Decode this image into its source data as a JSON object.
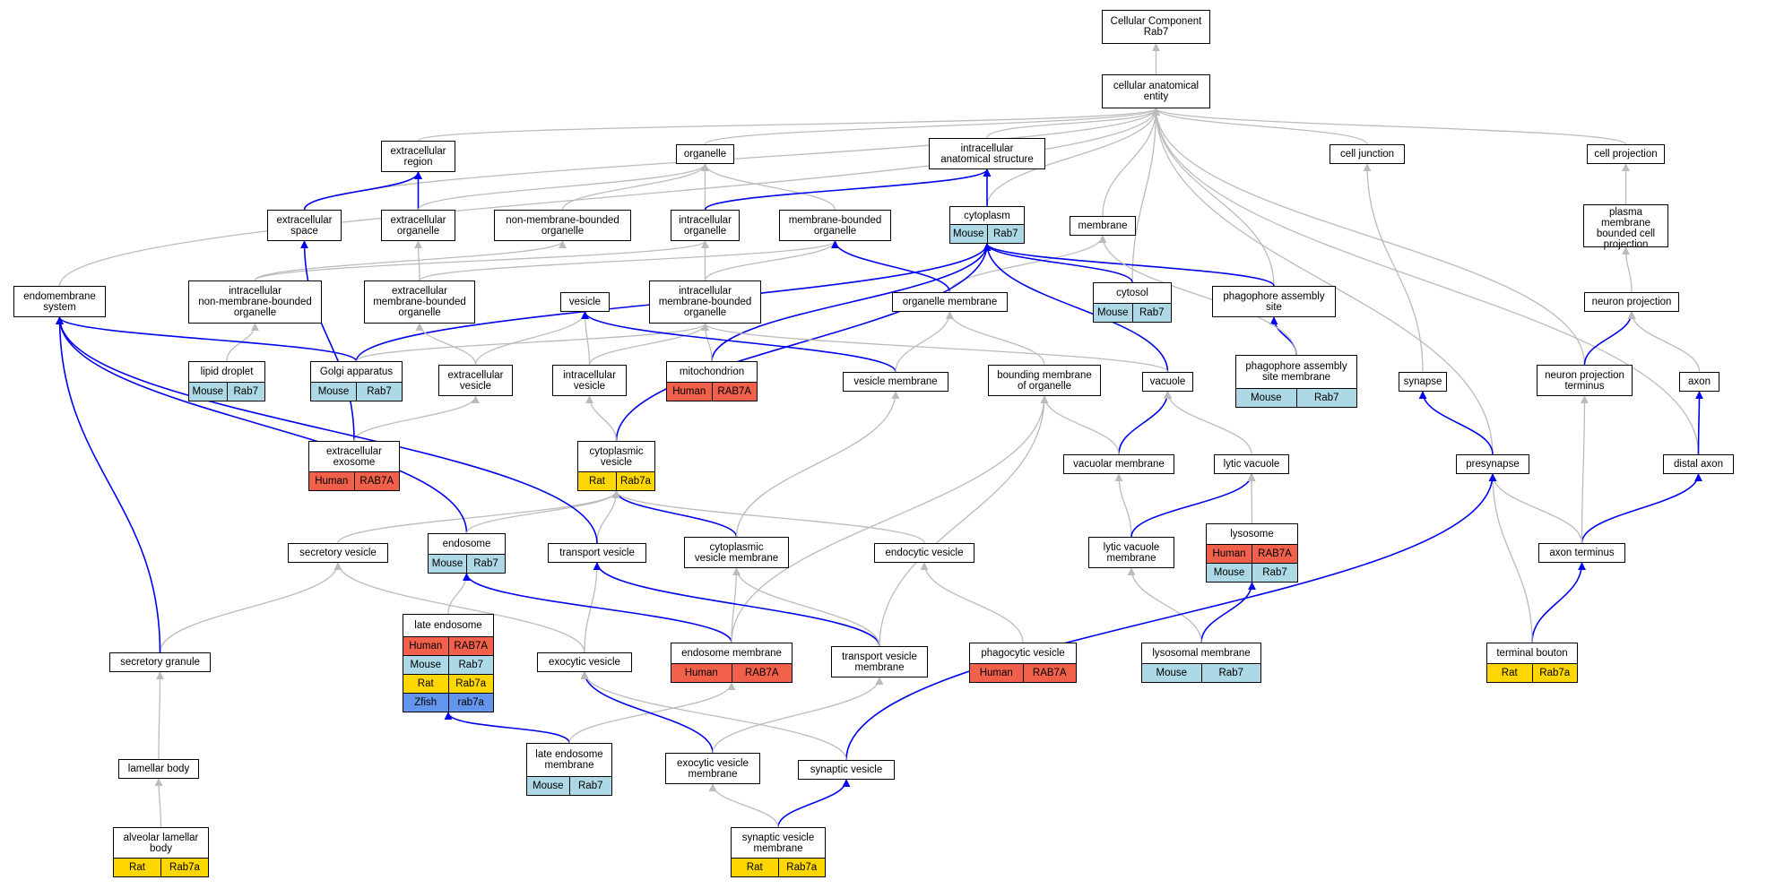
{
  "colors": {
    "annotated_edge": "#0000ee",
    "is_a_edge": "#bbbbbb",
    "Human": "#f0604a",
    "Mouse": "#add8e6",
    "Rat": "#ffd700",
    "Zfish": "#6495ed"
  },
  "nodes": [
    {
      "id": "root",
      "lines": [
        "Cellular Component",
        "Rab7"
      ]
    },
    {
      "id": "cae",
      "lines": [
        "cellular anatomical",
        "entity"
      ]
    },
    {
      "id": "extracellular_region",
      "lines": [
        "extracellular",
        "region"
      ]
    },
    {
      "id": "organelle",
      "lines": [
        "organelle"
      ]
    },
    {
      "id": "intracellular_anatomical_structure",
      "lines": [
        "intracellular",
        "anatomical structure"
      ]
    },
    {
      "id": "cell_junction",
      "lines": [
        "cell junction"
      ]
    },
    {
      "id": "cell_projection",
      "lines": [
        "cell projection"
      ]
    },
    {
      "id": "extracellular_space",
      "lines": [
        "extracellular",
        "space"
      ]
    },
    {
      "id": "extracellular_organelle",
      "lines": [
        "extracellular",
        "organelle"
      ]
    },
    {
      "id": "non_membrane_bounded_organelle",
      "lines": [
        "non-membrane-bounded",
        "organelle"
      ]
    },
    {
      "id": "intracellular_organelle",
      "lines": [
        "intracellular",
        "organelle"
      ]
    },
    {
      "id": "membrane_bounded_organelle",
      "lines": [
        "membrane-bounded",
        "organelle"
      ]
    },
    {
      "id": "cytoplasm",
      "lines": [
        "cytoplasm"
      ],
      "rows": [
        [
          "Mouse",
          "Rab7"
        ]
      ]
    },
    {
      "id": "membrane",
      "lines": [
        "membrane"
      ]
    },
    {
      "id": "plasma_membrane_bounded_cell_projection",
      "lines": [
        "plasma membrane",
        "bounded cell",
        "projection"
      ]
    },
    {
      "id": "endomembrane_system",
      "lines": [
        "endomembrane",
        "system"
      ]
    },
    {
      "id": "intracellular_non_membrane_bounded_organelle",
      "lines": [
        "intracellular",
        "non-membrane-bounded",
        "organelle"
      ]
    },
    {
      "id": "extracellular_membrane_bounded_organelle",
      "lines": [
        "extracellular",
        "membrane-bounded",
        "organelle"
      ]
    },
    {
      "id": "vesicle",
      "lines": [
        "vesicle"
      ]
    },
    {
      "id": "intracellular_membrane_bounded_organelle",
      "lines": [
        "intracellular",
        "membrane-bounded",
        "organelle"
      ]
    },
    {
      "id": "organelle_membrane",
      "lines": [
        "organelle membrane"
      ]
    },
    {
      "id": "cytosol",
      "lines": [
        "cytosol"
      ],
      "rows": [
        [
          "Mouse",
          "Rab7"
        ]
      ]
    },
    {
      "id": "phagophore_assembly_site",
      "lines": [
        "phagophore assembly",
        "site"
      ]
    },
    {
      "id": "neuron_projection",
      "lines": [
        "neuron projection"
      ]
    },
    {
      "id": "lipid_droplet",
      "lines": [
        "lipid droplet"
      ],
      "rows": [
        [
          "Mouse",
          "Rab7"
        ]
      ]
    },
    {
      "id": "golgi_apparatus",
      "lines": [
        "Golgi apparatus"
      ],
      "rows": [
        [
          "Mouse",
          "Rab7"
        ]
      ]
    },
    {
      "id": "extracellular_vesicle",
      "lines": [
        "extracellular",
        "vesicle"
      ]
    },
    {
      "id": "intracellular_vesicle",
      "lines": [
        "intracellular",
        "vesicle"
      ]
    },
    {
      "id": "mitochondrion",
      "lines": [
        "mitochondrion"
      ],
      "rows": [
        [
          "Human",
          "RAB7A"
        ]
      ]
    },
    {
      "id": "vesicle_membrane",
      "lines": [
        "vesicle membrane"
      ]
    },
    {
      "id": "bounding_membrane_of_organelle",
      "lines": [
        "bounding membrane",
        "of organelle"
      ]
    },
    {
      "id": "vacuole",
      "lines": [
        "vacuole"
      ]
    },
    {
      "id": "phagophore_assembly_site_membrane",
      "lines": [
        "phagophore assembly",
        "site membrane"
      ],
      "rows": [
        [
          "Mouse",
          "Rab7"
        ]
      ]
    },
    {
      "id": "synapse",
      "lines": [
        "synapse"
      ]
    },
    {
      "id": "neuron_projection_terminus",
      "lines": [
        "neuron projection",
        "terminus"
      ]
    },
    {
      "id": "axon",
      "lines": [
        "axon"
      ]
    },
    {
      "id": "extracellular_exosome",
      "lines": [
        "extracellular",
        "exosome"
      ],
      "rows": [
        [
          "Human",
          "RAB7A"
        ]
      ]
    },
    {
      "id": "cytoplasmic_vesicle",
      "lines": [
        "cytoplasmic",
        "vesicle"
      ],
      "rows": [
        [
          "Rat",
          "Rab7a"
        ]
      ]
    },
    {
      "id": "vacuolar_membrane",
      "lines": [
        "vacuolar membrane"
      ]
    },
    {
      "id": "lytic_vacuole",
      "lines": [
        "lytic vacuole"
      ]
    },
    {
      "id": "presynapse",
      "lines": [
        "presynapse"
      ]
    },
    {
      "id": "distal_axon",
      "lines": [
        "distal axon"
      ]
    },
    {
      "id": "secretory_vesicle",
      "lines": [
        "secretory vesicle"
      ]
    },
    {
      "id": "endosome",
      "lines": [
        "endosome"
      ],
      "rows": [
        [
          "Mouse",
          "Rab7"
        ]
      ]
    },
    {
      "id": "transport_vesicle",
      "lines": [
        "transport vesicle"
      ]
    },
    {
      "id": "cytoplasmic_vesicle_membrane",
      "lines": [
        "cytoplasmic",
        "vesicle membrane"
      ]
    },
    {
      "id": "endocytic_vesicle",
      "lines": [
        "endocytic vesicle"
      ]
    },
    {
      "id": "lytic_vacuole_membrane",
      "lines": [
        "lytic vacuole",
        "membrane"
      ]
    },
    {
      "id": "lysosome",
      "lines": [
        "lysosome"
      ],
      "rows": [
        [
          "Human",
          "RAB7A"
        ],
        [
          "Mouse",
          "Rab7"
        ]
      ]
    },
    {
      "id": "axon_terminus",
      "lines": [
        "axon terminus"
      ]
    },
    {
      "id": "late_endosome",
      "lines": [
        "late endosome"
      ],
      "rows": [
        [
          "Human",
          "RAB7A"
        ],
        [
          "Mouse",
          "Rab7"
        ],
        [
          "Rat",
          "Rab7a"
        ],
        [
          "Zfish",
          "rab7a"
        ]
      ]
    },
    {
      "id": "secretory_granule",
      "lines": [
        "secretory granule"
      ]
    },
    {
      "id": "exocytic_vesicle",
      "lines": [
        "exocytic vesicle"
      ]
    },
    {
      "id": "endosome_membrane",
      "lines": [
        "endosome membrane"
      ],
      "rows": [
        [
          "Human",
          "RAB7A"
        ]
      ]
    },
    {
      "id": "transport_vesicle_membrane",
      "lines": [
        "transport vesicle",
        "membrane"
      ]
    },
    {
      "id": "phagocytic_vesicle",
      "lines": [
        "phagocytic vesicle"
      ],
      "rows": [
        [
          "Human",
          "RAB7A"
        ]
      ]
    },
    {
      "id": "lysosomal_membrane",
      "lines": [
        "lysosomal membrane"
      ],
      "rows": [
        [
          "Mouse",
          "Rab7"
        ]
      ]
    },
    {
      "id": "terminal_bouton",
      "lines": [
        "terminal bouton"
      ],
      "rows": [
        [
          "Rat",
          "Rab7a"
        ]
      ]
    },
    {
      "id": "lamellar_body",
      "lines": [
        "lamellar body"
      ]
    },
    {
      "id": "late_endosome_membrane",
      "lines": [
        "late endosome",
        "membrane"
      ],
      "rows": [
        [
          "Mouse",
          "Rab7"
        ]
      ]
    },
    {
      "id": "exocytic_vesicle_membrane",
      "lines": [
        "exocytic vesicle",
        "membrane"
      ]
    },
    {
      "id": "synaptic_vesicle",
      "lines": [
        "synaptic vesicle"
      ]
    },
    {
      "id": "alveolar_lamellar_body",
      "lines": [
        "alveolar lamellar",
        "body"
      ],
      "rows": [
        [
          "Rat",
          "Rab7a"
        ]
      ]
    },
    {
      "id": "synaptic_vesicle_membrane",
      "lines": [
        "synaptic vesicle",
        "membrane"
      ],
      "rows": [
        [
          "Rat",
          "Rab7a"
        ]
      ]
    }
  ],
  "edges": [
    {
      "from": "cae",
      "to": "root",
      "annotated": false
    },
    {
      "from": "extracellular_region",
      "to": "cae",
      "annotated": false
    },
    {
      "from": "organelle",
      "to": "cae",
      "annotated": false
    },
    {
      "from": "intracellular_anatomical_structure",
      "to": "cae",
      "annotated": false
    },
    {
      "from": "cell_junction",
      "to": "cae",
      "annotated": false
    },
    {
      "from": "cell_projection",
      "to": "cae",
      "annotated": false
    },
    {
      "from": "extracellular_space",
      "to": "cae",
      "annotated": false
    },
    {
      "from": "endomembrane_system",
      "to": "cae",
      "annotated": false
    },
    {
      "from": "membrane",
      "to": "cae",
      "annotated": false
    },
    {
      "from": "cytoplasm",
      "to": "cae",
      "annotated": false
    },
    {
      "from": "cytosol",
      "to": "cae",
      "annotated": false
    },
    {
      "from": "phagophore_assembly_site",
      "to": "cae",
      "annotated": false
    },
    {
      "from": "presynapse",
      "to": "cae",
      "annotated": false
    },
    {
      "from": "neuron_projection_terminus",
      "to": "cae",
      "annotated": false
    },
    {
      "from": "distal_axon",
      "to": "cae",
      "annotated": false
    },
    {
      "from": "extracellular_space",
      "to": "extracellular_region",
      "annotated": true
    },
    {
      "from": "extracellular_organelle",
      "to": "extracellular_region",
      "annotated": true
    },
    {
      "from": "extracellular_organelle",
      "to": "organelle",
      "annotated": false
    },
    {
      "from": "non_membrane_bounded_organelle",
      "to": "organelle",
      "annotated": false
    },
    {
      "from": "intracellular_organelle",
      "to": "organelle",
      "annotated": false
    },
    {
      "from": "membrane_bounded_organelle",
      "to": "organelle",
      "annotated": false
    },
    {
      "from": "intracellular_organelle",
      "to": "intracellular_anatomical_structure",
      "annotated": true
    },
    {
      "from": "cytoplasm",
      "to": "intracellular_anatomical_structure",
      "annotated": true
    },
    {
      "from": "plasma_membrane_bounded_cell_projection",
      "to": "cell_projection",
      "annotated": false
    },
    {
      "from": "neuron_projection",
      "to": "plasma_membrane_bounded_cell_projection",
      "annotated": false
    },
    {
      "from": "intracellular_non_membrane_bounded_organelle",
      "to": "non_membrane_bounded_organelle",
      "annotated": false
    },
    {
      "from": "intracellular_non_membrane_bounded_organelle",
      "to": "intracellular_organelle",
      "annotated": false
    },
    {
      "from": "extracellular_membrane_bounded_organelle",
      "to": "extracellular_organelle",
      "annotated": false
    },
    {
      "from": "extracellular_membrane_bounded_organelle",
      "to": "membrane_bounded_organelle",
      "annotated": false
    },
    {
      "from": "intracellular_membrane_bounded_organelle",
      "to": "intracellular_organelle",
      "annotated": false
    },
    {
      "from": "intracellular_membrane_bounded_organelle",
      "to": "membrane_bounded_organelle",
      "annotated": false
    },
    {
      "from": "organelle_membrane",
      "to": "membrane_bounded_organelle",
      "annotated": true
    },
    {
      "from": "organelle_membrane",
      "to": "membrane",
      "annotated": false
    },
    {
      "from": "cytosol",
      "to": "cytoplasm",
      "annotated": true
    },
    {
      "from": "phagophore_assembly_site",
      "to": "cytoplasm",
      "annotated": true
    },
    {
      "from": "vacuole",
      "to": "cytoplasm",
      "annotated": true
    },
    {
      "from": "mitochondrion",
      "to": "cytoplasm",
      "annotated": true
    },
    {
      "from": "golgi_apparatus",
      "to": "cytoplasm",
      "annotated": true
    },
    {
      "from": "cytoplasmic_vesicle",
      "to": "cytoplasm",
      "annotated": true
    },
    {
      "from": "lipid_droplet",
      "to": "intracellular_non_membrane_bounded_organelle",
      "annotated": false
    },
    {
      "from": "golgi_apparatus",
      "to": "endomembrane_system",
      "annotated": true
    },
    {
      "from": "golgi_apparatus",
      "to": "intracellular_membrane_bounded_organelle",
      "annotated": false
    },
    {
      "from": "extracellular_vesicle",
      "to": "extracellular_membrane_bounded_organelle",
      "annotated": false
    },
    {
      "from": "extracellular_vesicle",
      "to": "vesicle",
      "annotated": false
    },
    {
      "from": "intracellular_vesicle",
      "to": "vesicle",
      "annotated": false
    },
    {
      "from": "intracellular_vesicle",
      "to": "intracellular_membrane_bounded_organelle",
      "annotated": false
    },
    {
      "from": "mitochondrion",
      "to": "intracellular_membrane_bounded_organelle",
      "annotated": false
    },
    {
      "from": "vesicle_membrane",
      "to": "vesicle",
      "annotated": true
    },
    {
      "from": "vesicle_membrane",
      "to": "organelle_membrane",
      "annotated": false
    },
    {
      "from": "bounding_membrane_of_organelle",
      "to": "organelle_membrane",
      "annotated": false
    },
    {
      "from": "vacuole",
      "to": "intracellular_membrane_bounded_organelle",
      "annotated": false
    },
    {
      "from": "phagophore_assembly_site_membrane",
      "to": "phagophore_assembly_site",
      "annotated": true
    },
    {
      "from": "phagophore_assembly_site_membrane",
      "to": "membrane",
      "annotated": false
    },
    {
      "from": "synapse",
      "to": "cell_junction",
      "annotated": false
    },
    {
      "from": "neuron_projection_terminus",
      "to": "neuron_projection",
      "annotated": true
    },
    {
      "from": "axon",
      "to": "neuron_projection",
      "annotated": false
    },
    {
      "from": "extracellular_exosome",
      "to": "extracellular_space",
      "annotated": true
    },
    {
      "from": "extracellular_exosome",
      "to": "extracellular_vesicle",
      "annotated": false
    },
    {
      "from": "cytoplasmic_vesicle",
      "to": "intracellular_vesicle",
      "annotated": false
    },
    {
      "from": "vacuolar_membrane",
      "to": "vacuole",
      "annotated": true
    },
    {
      "from": "vacuolar_membrane",
      "to": "bounding_membrane_of_organelle",
      "annotated": false
    },
    {
      "from": "lytic_vacuole",
      "to": "vacuole",
      "annotated": false
    },
    {
      "from": "presynapse",
      "to": "synapse",
      "annotated": true
    },
    {
      "from": "distal_axon",
      "to": "axon",
      "annotated": true
    },
    {
      "from": "secretory_vesicle",
      "to": "cytoplasmic_vesicle",
      "annotated": false
    },
    {
      "from": "endosome",
      "to": "endomembrane_system",
      "annotated": true
    },
    {
      "from": "endosome",
      "to": "cytoplasmic_vesicle",
      "annotated": false
    },
    {
      "from": "transport_vesicle",
      "to": "cytoplasmic_vesicle",
      "annotated": false
    },
    {
      "from": "transport_vesicle",
      "to": "endomembrane_system",
      "annotated": true
    },
    {
      "from": "cytoplasmic_vesicle_membrane",
      "to": "cytoplasmic_vesicle",
      "annotated": true
    },
    {
      "from": "cytoplasmic_vesicle_membrane",
      "to": "vesicle_membrane",
      "annotated": false
    },
    {
      "from": "endocytic_vesicle",
      "to": "cytoplasmic_vesicle",
      "annotated": false
    },
    {
      "from": "lytic_vacuole_membrane",
      "to": "vacuolar_membrane",
      "annotated": false
    },
    {
      "from": "lytic_vacuole_membrane",
      "to": "lytic_vacuole",
      "annotated": true
    },
    {
      "from": "lysosome",
      "to": "lytic_vacuole",
      "annotated": false
    },
    {
      "from": "axon_terminus",
      "to": "distal_axon",
      "annotated": true
    },
    {
      "from": "axon_terminus",
      "to": "neuron_projection_terminus",
      "annotated": false
    },
    {
      "from": "axon_terminus",
      "to": "presynapse",
      "annotated": false
    },
    {
      "from": "late_endosome",
      "to": "endosome",
      "annotated": false
    },
    {
      "from": "secretory_granule",
      "to": "secretory_vesicle",
      "annotated": false
    },
    {
      "from": "secretory_granule",
      "to": "endomembrane_system",
      "annotated": true
    },
    {
      "from": "exocytic_vesicle",
      "to": "transport_vesicle",
      "annotated": false
    },
    {
      "from": "exocytic_vesicle",
      "to": "secretory_vesicle",
      "annotated": false
    },
    {
      "from": "endosome_membrane",
      "to": "endosome",
      "annotated": true
    },
    {
      "from": "endosome_membrane",
      "to": "cytoplasmic_vesicle_membrane",
      "annotated": false
    },
    {
      "from": "endosome_membrane",
      "to": "bounding_membrane_of_organelle",
      "annotated": false
    },
    {
      "from": "transport_vesicle_membrane",
      "to": "transport_vesicle",
      "annotated": true
    },
    {
      "from": "transport_vesicle_membrane",
      "to": "cytoplasmic_vesicle_membrane",
      "annotated": false
    },
    {
      "from": "transport_vesicle_membrane",
      "to": "bounding_membrane_of_organelle",
      "annotated": false
    },
    {
      "from": "phagocytic_vesicle",
      "to": "endocytic_vesicle",
      "annotated": false
    },
    {
      "from": "lysosomal_membrane",
      "to": "lysosome",
      "annotated": true
    },
    {
      "from": "lysosomal_membrane",
      "to": "lytic_vacuole_membrane",
      "annotated": false
    },
    {
      "from": "terminal_bouton",
      "to": "axon_terminus",
      "annotated": true
    },
    {
      "from": "terminal_bouton",
      "to": "presynapse",
      "annotated": false
    },
    {
      "from": "lamellar_body",
      "to": "secretory_granule",
      "annotated": false
    },
    {
      "from": "late_endosome_membrane",
      "to": "late_endosome",
      "annotated": true
    },
    {
      "from": "late_endosome_membrane",
      "to": "endosome_membrane",
      "annotated": false
    },
    {
      "from": "exocytic_vesicle_membrane",
      "to": "exocytic_vesicle",
      "annotated": true
    },
    {
      "from": "exocytic_vesicle_membrane",
      "to": "transport_vesicle_membrane",
      "annotated": false
    },
    {
      "from": "synaptic_vesicle",
      "to": "presynapse",
      "annotated": true
    },
    {
      "from": "synaptic_vesicle",
      "to": "exocytic_vesicle",
      "annotated": false
    },
    {
      "from": "alveolar_lamellar_body",
      "to": "lamellar_body",
      "annotated": false
    },
    {
      "from": "synaptic_vesicle_membrane",
      "to": "synaptic_vesicle",
      "annotated": true
    },
    {
      "from": "synaptic_vesicle_membrane",
      "to": "exocytic_vesicle_membrane",
      "annotated": false
    }
  ]
}
